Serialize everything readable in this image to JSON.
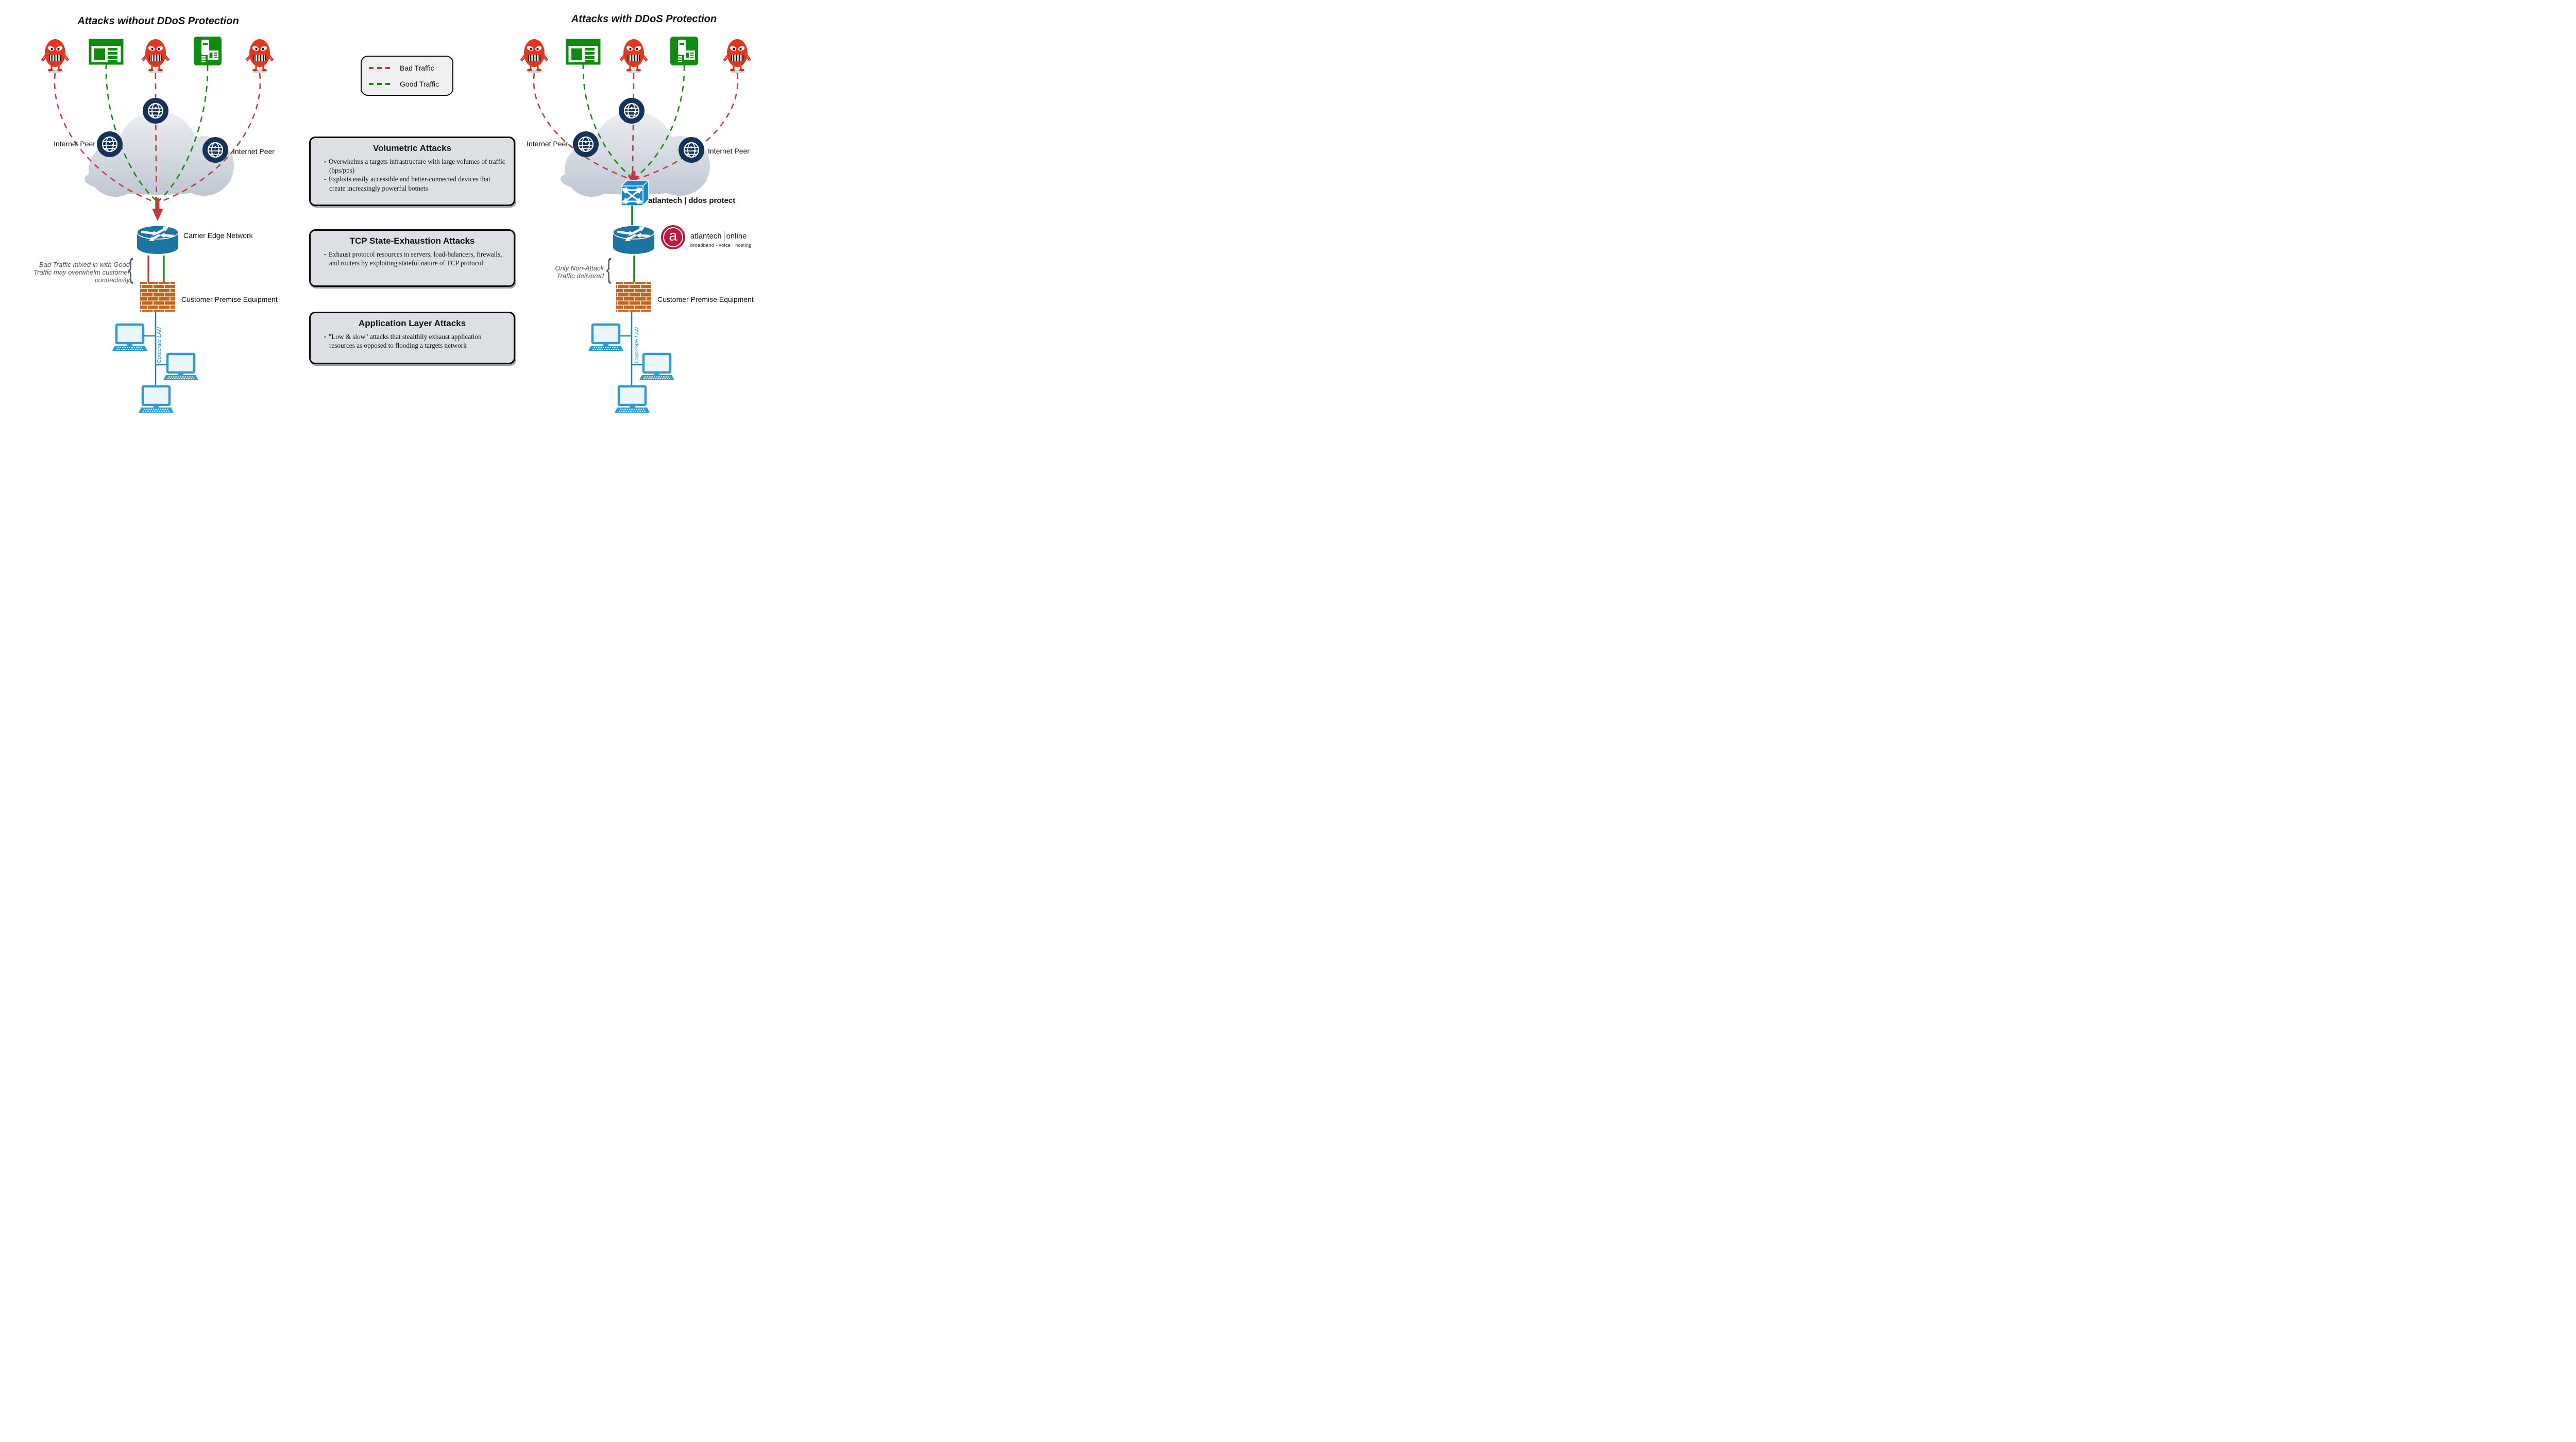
{
  "legend": {
    "bad_label": "Bad Traffic",
    "good_label": "Good Traffic"
  },
  "left": {
    "title": "Attacks without DDoS Protection",
    "peer_left_label": "Internet Peer",
    "peer_right_label": "Internet Peer",
    "router_label": "Carrier Edge Network",
    "note": "Bad Traffic mixed in with Good\nTraffic may overwhelm customer\nconnectivity",
    "cpe_label": "Customer Premise Equipment",
    "lan_label": "Corporate LAN"
  },
  "right": {
    "title": "Attacks with DDoS Protection",
    "peer_left_label": "Internet Peer",
    "peer_right_label": "Internet Peer",
    "ddos_appliance_label": "atlantech | ddos protect",
    "note": "Only Non-Attack\nTraffic delivered",
    "cpe_label": "Customer Premise Equipment",
    "lan_label": "Corporate LAN",
    "logo": {
      "letter": "a",
      "brand": "atlantech",
      "brand_suffix": "online",
      "tagline": "broadband · voice · hosting"
    }
  },
  "info_boxes": [
    {
      "title": "Volumetric Attacks",
      "bullets": [
        "Overwhelms a targets infrastructure with large volumes of traffic (bps/pps)",
        "Exploits easily accessible and better-connected devices that create increasingly powerful botnets"
      ]
    },
    {
      "title": "TCP State-Exhaustion Attacks",
      "bullets": [
        "Exhaust protocol resources in servers, load-balancers, firewalls, and routers by exploiting stateful nature of TCP protocol"
      ]
    },
    {
      "title": "Application Layer Attacks",
      "bullets": [
        "\"Low & slow\" attacks that stealthily exhaust application resources as opposed to flooding a targets network"
      ]
    }
  ],
  "colors": {
    "bad_traffic": "#c23a40",
    "good_traffic": "#0f8a0f",
    "globe_navy": "#14325a",
    "router_teal": "#1b74a3",
    "switch_blue": "#1489ce",
    "brick_orange": "#c8651b",
    "cloud_light": "#eef0f4",
    "cloud_dark": "#c3c9d4",
    "box_bg": "#dce0e4",
    "pc_blue": "#2e9bd3",
    "note_gray": "#4b5663",
    "logo_red": "#c01640"
  }
}
